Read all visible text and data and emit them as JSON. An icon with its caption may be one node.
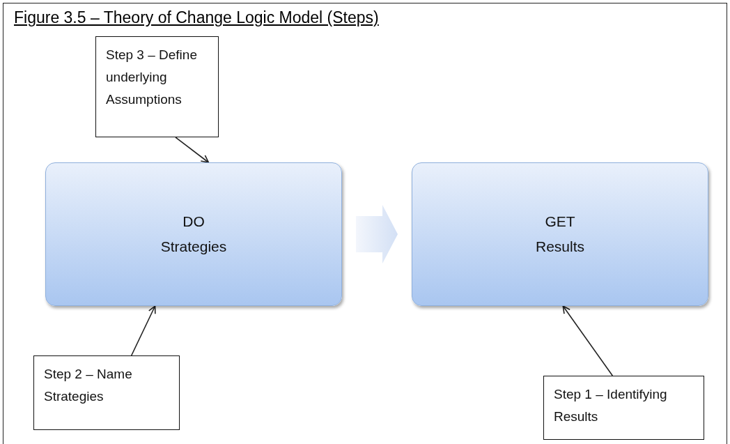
{
  "diagram": {
    "title": "Figure 3.5 – Theory of Change Logic Model (Steps)",
    "nodes": [
      {
        "text": [
          "Step 3 – Define underlying Assumptions"
        ]
      },
      {
        "text": [
          "DO",
          "Strategies"
        ]
      },
      {
        "text": [
          "GET",
          "Results"
        ]
      },
      {
        "text": [
          "Step 2 – Name Strategies"
        ]
      },
      {
        "text": [
          "Step 1 – Identifying Results"
        ]
      }
    ],
    "edges": [
      {
        "from": 0,
        "to": 1,
        "arrow": "to"
      },
      {
        "from": 3,
        "to": 1,
        "arrow": "to"
      },
      {
        "from": 4,
        "to": 2,
        "arrow": "to"
      },
      {
        "from": 1,
        "to": 2,
        "arrow": "to",
        "style": "thick"
      }
    ]
  }
}
